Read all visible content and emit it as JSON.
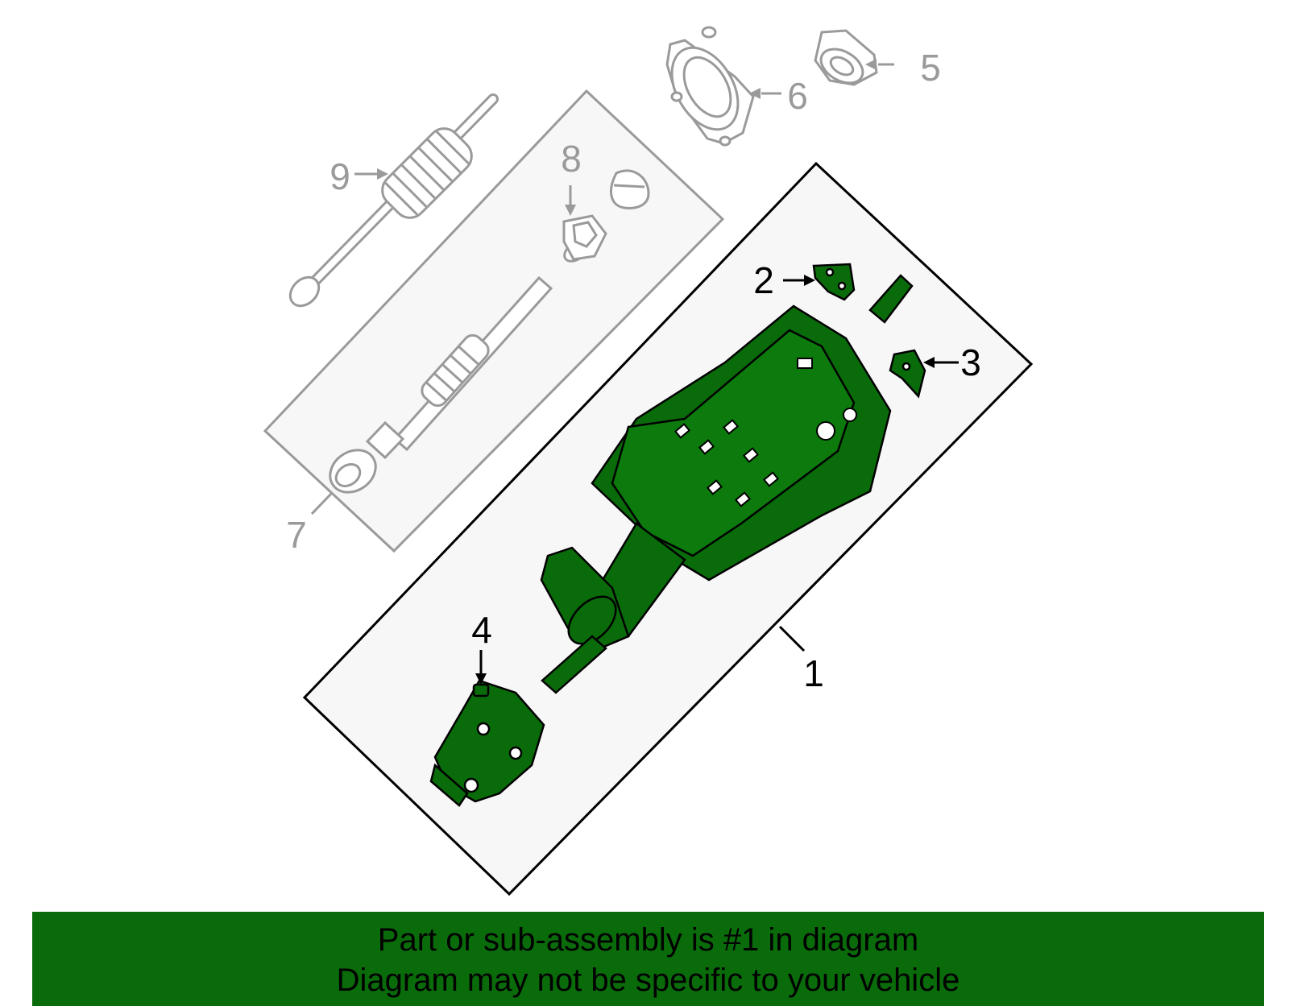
{
  "callouts": {
    "c1": "1",
    "c2": "2",
    "c3": "3",
    "c4": "4",
    "c5": "5",
    "c6": "6",
    "c7": "7",
    "c8": "8",
    "c9": "9"
  },
  "banner": {
    "line1": "Part or sub-assembly is #1 in diagram",
    "line2": "Diagram may not be specific to your vehicle"
  },
  "colors": {
    "highlight_part": "#0a6b0a",
    "banner_background": "#0a6b0a",
    "other_parts": "#9a9a9a"
  }
}
